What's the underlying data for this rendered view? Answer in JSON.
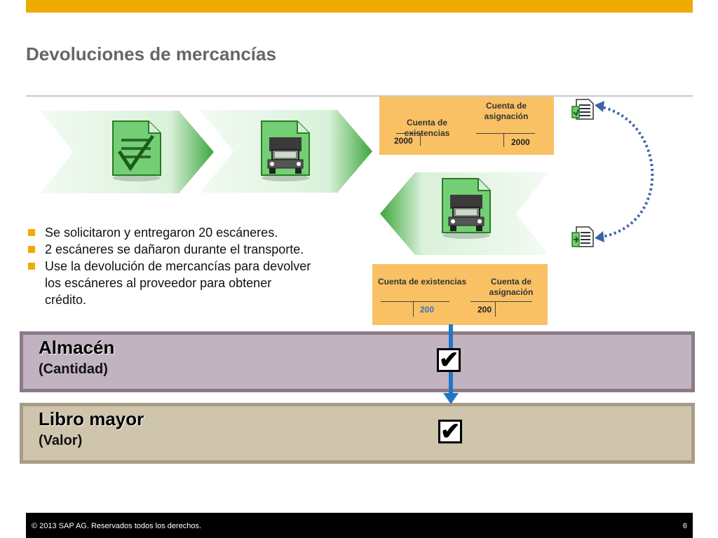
{
  "slide": {
    "title": "Devoluciones de mercancías",
    "page_number": "6",
    "copyright": "© 2013 SAP AG. Reservados todos los derechos."
  },
  "colors": {
    "accent": "#efab00",
    "tbox": "#f9c164",
    "band_top": "#c1b3bf",
    "band_bottom": "#cfc5ad",
    "arrow": "#1f77c9"
  },
  "taccount_top": {
    "left_label": "Cuenta de existencias",
    "right_label": "Cuenta de asignación",
    "left_value": "2000",
    "right_value": "2000"
  },
  "taccount_bottom": {
    "left_label": "Cuenta de existencias",
    "right_label": "Cuenta de asignación",
    "left_value": "200",
    "right_value": "200"
  },
  "bullets": [
    "Se solicitaron y entregaron 20 escáneres.",
    "2 escáneres se dañaron durante el transporte.",
    "Use la devolución de mercancías para devolver los escáneres al proveedor para obtener crédito."
  ],
  "bands": {
    "top": {
      "title": "Almacén",
      "subtitle": "(Cantidad)"
    },
    "bottom": {
      "title": "Libro mayor",
      "subtitle": "(Valor)"
    }
  },
  "icons": [
    "document-check-icon",
    "document-truck-icon",
    "document-truck-icon",
    "document-list-icon",
    "document-return-icon"
  ]
}
